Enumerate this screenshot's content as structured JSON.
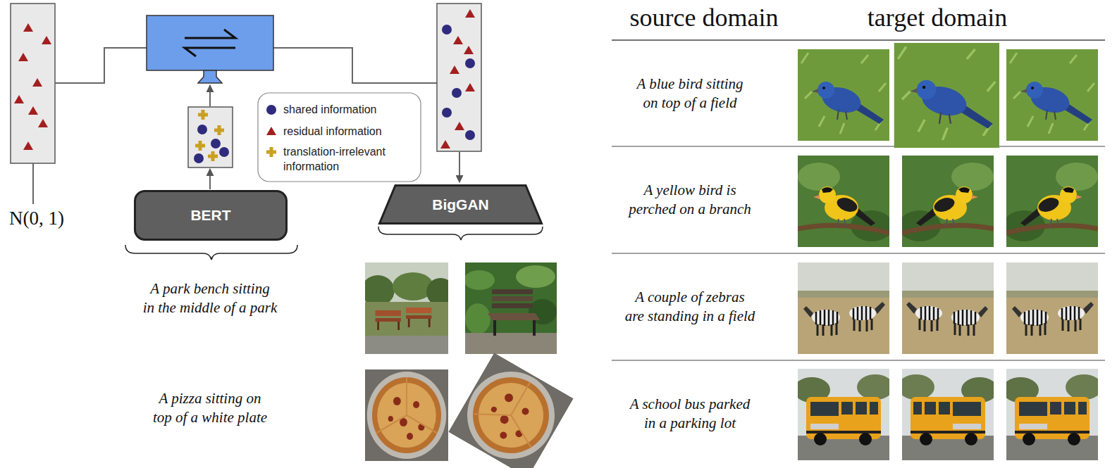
{
  "diagram": {
    "nodes": [
      {
        "text": [
          "BERT"
        ]
      },
      {
        "text": [
          "BigGAN"
        ]
      }
    ],
    "labels": [
      "N(0, 1)",
      "A park bench sitting in the middle of a park",
      "A pizza sitting on top of a white plate",
      "source domain",
      "target domain",
      "A blue bird sitting on top of a field",
      "A yellow bird is perched on a branch",
      "A couple of zebras are standing in a field",
      "A school bus parked in a parking lot"
    ],
    "legend": [
      {
        "text": "shared information"
      },
      {
        "text": "residual information"
      },
      {
        "text": "translation-irrelevant information"
      }
    ]
  }
}
